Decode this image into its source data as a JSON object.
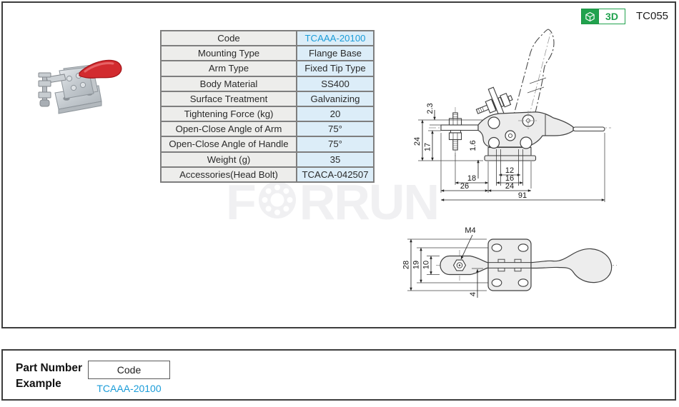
{
  "header": {
    "badge_3d": "3D",
    "part_code": "TC055"
  },
  "colors": {
    "accent_blue": "#1b9cd8",
    "badge_green": "#21a24e",
    "handle_red": "#d22b2f",
    "table_label_bg": "#ededeb",
    "table_value_bg": "#dcedf8"
  },
  "spec_table": {
    "rows": [
      {
        "label": "Code",
        "value": "TCAAA-20100"
      },
      {
        "label": "Mounting Type",
        "value": "Flange Base"
      },
      {
        "label": "Arm Type",
        "value": "Fixed Tip Type"
      },
      {
        "label": "Body Material",
        "value": "SS400"
      },
      {
        "label": "Surface Treatment",
        "value": "Galvanizing"
      },
      {
        "label": "Tightening Force (kg)",
        "value": "20"
      },
      {
        "label": "Open-Close Angle of Arm",
        "value": "75°"
      },
      {
        "label": "Open-Close  Angle of Handle",
        "value": "75°"
      },
      {
        "label": "Weight (g)",
        "value": "35"
      },
      {
        "label": "Accessories(Head Bolt)",
        "value": "TCACA-042507"
      }
    ]
  },
  "watermark": {
    "letters": [
      "F",
      "O",
      "R",
      "R",
      "U",
      "N"
    ]
  },
  "side_view": {
    "dims": {
      "d2_3": "2.3",
      "d24v": "24",
      "d17": "17",
      "d1_6": "1.6",
      "d12": "12",
      "d16": "16",
      "d24h": "24",
      "d18": "18",
      "d26": "26",
      "d91": "91"
    }
  },
  "top_view": {
    "thread_label": "M4",
    "dims": {
      "d28": "28",
      "d19": "19",
      "d10": "10",
      "d4": "4"
    }
  },
  "part_example": {
    "title_line1": "Part Number",
    "title_line2": "Example",
    "code_label": "Code",
    "code_value": "TCAAA-20100"
  }
}
